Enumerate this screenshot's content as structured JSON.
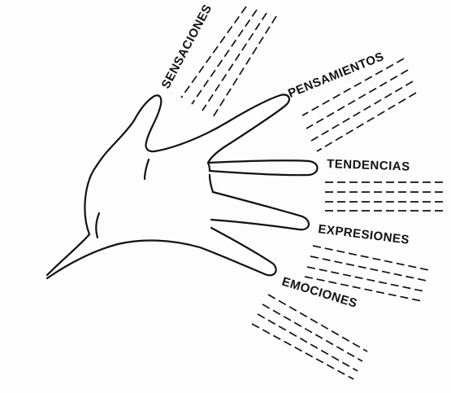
{
  "diagram": {
    "labels": {
      "sensaciones": "SENSACIONES",
      "pensamientos": "PENSAMIENTOS",
      "tendencias": "TENDENCIAS",
      "expresiones": "EXPRESIONES",
      "emociones": "EMOCIONES"
    },
    "ink_color": "#111111",
    "background_color": "#fdfdfd"
  }
}
